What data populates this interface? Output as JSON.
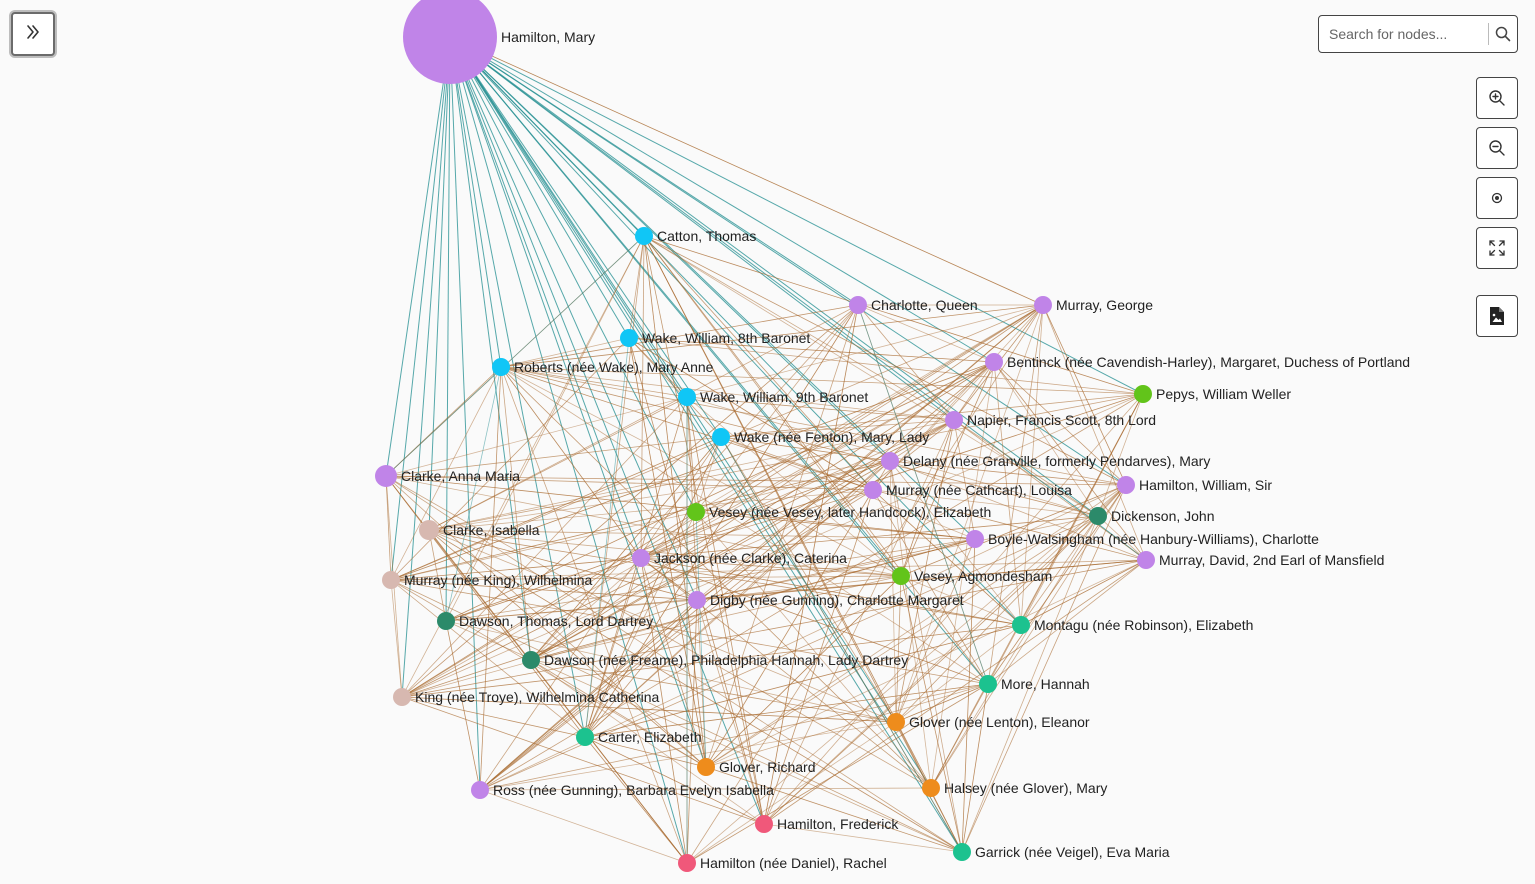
{
  "search": {
    "placeholder": "Search for nodes..."
  },
  "controls": {
    "sidebar_toggle_icon": "double-chevron-right-icon",
    "search_icon": "search-icon",
    "zoom_in_icon": "zoom-in-icon",
    "zoom_out_icon": "zoom-out-icon",
    "center_icon": "target-icon",
    "fullscreen_icon": "fullscreen-icon",
    "export_icon": "export-image-icon"
  },
  "colors": {
    "purple": "#c084e8",
    "blue": "#10c6f6",
    "green": "#62c41a",
    "dark_green": "#2c8a6a",
    "teal": "#1cc28f",
    "orange": "#ee8c1c",
    "pink": "#f0587a",
    "tan": "#d7b8b0",
    "edge_brown": "#a8692e",
    "edge_teal": "#1f8c8f"
  },
  "graph": {
    "hub": "Hamilton, Mary",
    "nodes": [
      {
        "id": "Hamilton, Mary",
        "color": "purple"
      },
      {
        "id": "Catton, Thomas",
        "color": "blue"
      },
      {
        "id": "Charlotte, Queen",
        "color": "purple"
      },
      {
        "id": "Murray, George",
        "color": "purple"
      },
      {
        "id": "Wake, William, 8th Baronet",
        "color": "blue"
      },
      {
        "id": "Bentinck (née Cavendish-Harley), Margaret, Duchess of Portland",
        "color": "purple"
      },
      {
        "id": "Roberts (née Wake), Mary Anne",
        "color": "blue"
      },
      {
        "id": "Pepys, William Weller",
        "color": "green"
      },
      {
        "id": "Wake, William, 9th Baronet",
        "color": "blue"
      },
      {
        "id": "Napier, Francis Scott, 8th Lord",
        "color": "purple"
      },
      {
        "id": "Wake (née Fenton), Mary, Lady",
        "color": "blue"
      },
      {
        "id": "Delany (née Granville, formerly Pendarves), Mary",
        "color": "purple"
      },
      {
        "id": "Clarke, Anna Maria",
        "color": "purple"
      },
      {
        "id": "Hamilton, William, Sir",
        "color": "purple"
      },
      {
        "id": "Murray (née Cathcart), Louisa",
        "color": "purple"
      },
      {
        "id": "Vesey (née Vesey, later Handcock), Elizabeth",
        "color": "green"
      },
      {
        "id": "Dickenson, John",
        "color": "dark_green"
      },
      {
        "id": "Clarke, Isabella",
        "color": "tan"
      },
      {
        "id": "Boyle-Walsingham (née Hanbury-Williams), Charlotte",
        "color": "purple"
      },
      {
        "id": "Jackson (née Clarke), Caterina",
        "color": "purple"
      },
      {
        "id": "Murray, David, 2nd Earl of Mansfield",
        "color": "purple"
      },
      {
        "id": "Vesey, Agmondesham",
        "color": "green"
      },
      {
        "id": "Murray (née King), Wilhelmina",
        "color": "tan"
      },
      {
        "id": "Digby (née Gunning), Charlotte Margaret",
        "color": "purple"
      },
      {
        "id": "Dawson, Thomas, Lord Dartrey",
        "color": "dark_green"
      },
      {
        "id": "Montagu (née Robinson), Elizabeth",
        "color": "teal"
      },
      {
        "id": "Dawson (née Freame), Philadelphia Hannah, Lady Dartrey",
        "color": "dark_green"
      },
      {
        "id": "More, Hannah",
        "color": "teal"
      },
      {
        "id": "King (née Troye), Wilhelmina Catherina",
        "color": "tan"
      },
      {
        "id": "Glover (née Lenton), Eleanor",
        "color": "orange"
      },
      {
        "id": "Carter, Elizabeth",
        "color": "teal"
      },
      {
        "id": "Glover, Richard",
        "color": "orange"
      },
      {
        "id": "Halsey (née Glover), Mary",
        "color": "orange"
      },
      {
        "id": "Ross (née Gunning), Barbara Evelyn Isabella",
        "color": "purple"
      },
      {
        "id": "Hamilton, Frederick",
        "color": "pink"
      },
      {
        "id": "Garrick (née Veigel), Eva Maria",
        "color": "teal"
      },
      {
        "id": "Hamilton (née Daniel), Rachel",
        "color": "pink"
      }
    ]
  }
}
